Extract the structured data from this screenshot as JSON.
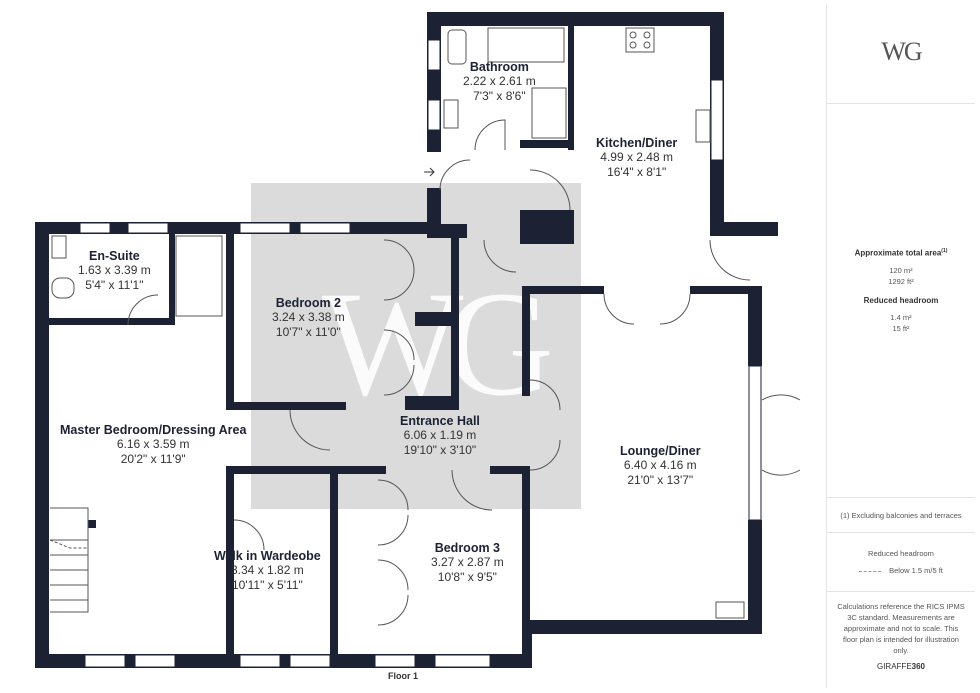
{
  "rooms": {
    "bathroom": {
      "name": "Bathroom",
      "metric": "2.22 x 2.61 m",
      "imperial": "7'3\" x 8'6\""
    },
    "kitchen": {
      "name": "Kitchen/Diner",
      "metric": "4.99 x 2.48 m",
      "imperial": "16'4\" x 8'1\""
    },
    "ensuite": {
      "name": "En-Suite",
      "metric": "1.63 x 3.39 m",
      "imperial": "5'4\" x 11'1\""
    },
    "bedroom2": {
      "name": "Bedroom 2",
      "metric": "3.24 x 3.38 m",
      "imperial": "10'7\" x 11'0\""
    },
    "master": {
      "name": "Master Bedroom/Dressing Area",
      "metric": "6.16 x 3.59 m",
      "imperial": "20'2\" x 11'9\""
    },
    "hall": {
      "name": "Entrance Hall",
      "metric": "6.06 x 1.19 m",
      "imperial": "19'10\" x 3'10\""
    },
    "lounge": {
      "name": "Lounge/Diner",
      "metric": "6.40 x 4.16 m",
      "imperial": "21'0\" x 13'7\""
    },
    "walkin": {
      "name": "Walk in Wardeobe",
      "metric": "3.34 x 1.82 m",
      "imperial": "10'11\" x 5'11\""
    },
    "bedroom3": {
      "name": "Bedroom 3",
      "metric": "3.27 x 2.87 m",
      "imperial": "10'8\" x 9'5\""
    }
  },
  "floor_label": "Floor 1",
  "watermark": "WG",
  "sidebar": {
    "logo": "WG",
    "total_area_title": "Approximate total area",
    "total_area_note_ref": "(1)",
    "total_area_m2": "120 m²",
    "total_area_ft2": "1292 ft²",
    "reduced_headroom_title": "Reduced headroom",
    "reduced_m2": "1.4 m²",
    "reduced_ft2": "15 ft²",
    "footnote": "(1) Excluding balconies and terraces",
    "legend_title": "Reduced headroom",
    "legend_item": "Below 1.5 m/5 ft",
    "disclaimer": "Calculations reference the RICS IPMS 3C standard. Measurements are approximate and not to scale. This floor plan is intended for illustration only.",
    "brand": "GIRAFFE",
    "brand_suffix": "360"
  },
  "colors": {
    "wall": "#1c2233",
    "watermark_box": "#d5d5d5"
  }
}
